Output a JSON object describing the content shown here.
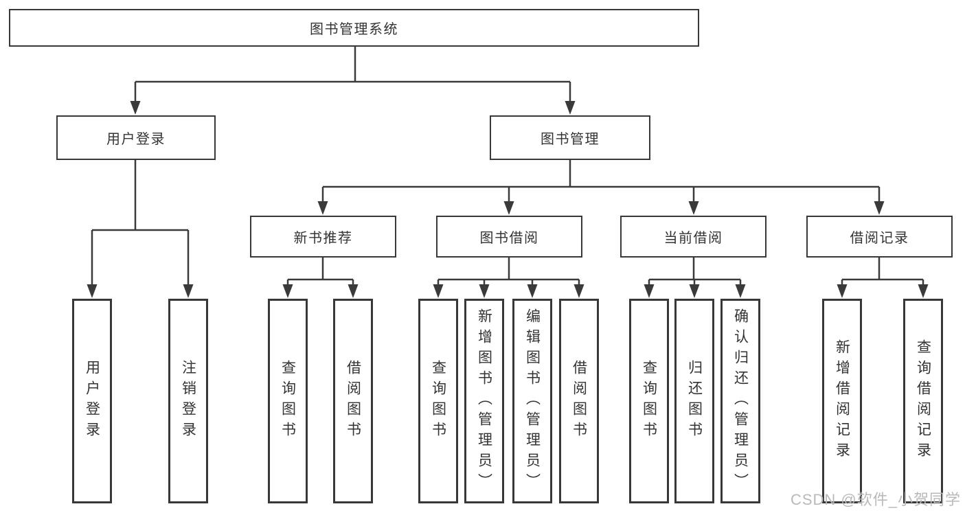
{
  "diagram": {
    "root": "图书管理系统",
    "user_login": {
      "label": "用户登录",
      "children": [
        "用户登录",
        "注销登录"
      ]
    },
    "book_mgmt": {
      "label": "图书管理",
      "sections": {
        "new_book": {
          "label": "新书推荐",
          "children": [
            "查询图书",
            "借阅图书"
          ]
        },
        "borrow": {
          "label": "图书借阅",
          "children": [
            "查询图书",
            "新增图书（管理员）",
            "编辑图书（管理员）",
            "借阅图书"
          ]
        },
        "current": {
          "label": "当前借阅",
          "children": [
            "查询图书",
            "归还图书",
            "确认归还（管理员）"
          ]
        },
        "records": {
          "label": "借阅记录",
          "children": [
            "新增借阅记录",
            "查询借阅记录"
          ]
        }
      }
    }
  },
  "colors": {
    "line": "#3a3a3a",
    "box_border": "#383838",
    "text": "#333333",
    "watermark": "#b9b9b9",
    "background": "#ffffff"
  },
  "watermark": "CSDN @软件_小贺同学"
}
